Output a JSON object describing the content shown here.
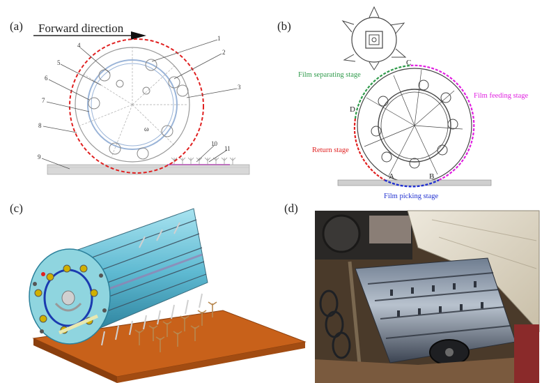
{
  "panels": {
    "a": {
      "label": "(a)",
      "direction_text": "Forward direction",
      "callouts": [
        "1",
        "2",
        "3",
        "4",
        "5",
        "6",
        "7",
        "8",
        "9",
        "10",
        "11"
      ],
      "omega": "ω"
    },
    "b": {
      "label": "(b)",
      "points": [
        "A",
        "B",
        "C",
        "D"
      ],
      "stages": {
        "separating": "Film separating stage",
        "feeding": "Film feeding stage",
        "return": "Return stage",
        "picking": "Film picking stage"
      },
      "colors": {
        "separating": "#2e9a4a",
        "feeding": "#e020e0",
        "return": "#e02020",
        "picking": "#2030d0"
      }
    },
    "c": {
      "label": "(c)"
    },
    "d": {
      "label": "(d)"
    }
  }
}
